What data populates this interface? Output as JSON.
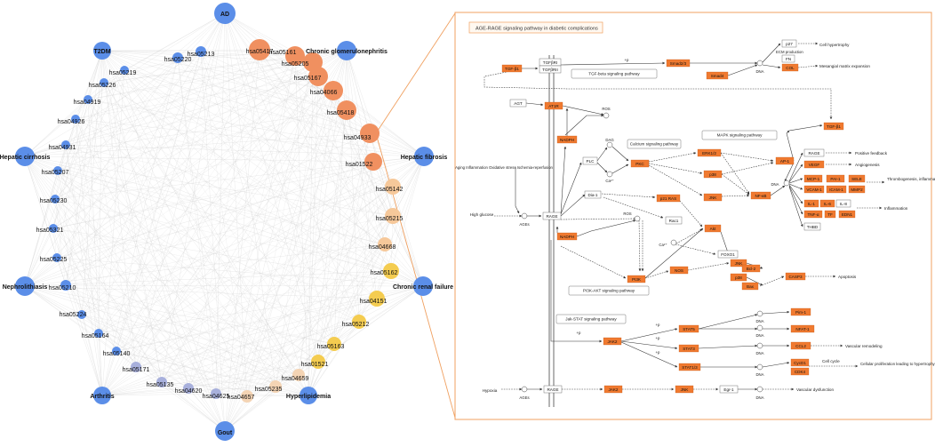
{
  "network": {
    "diseases": [
      {
        "id": "AD",
        "label": "AD"
      },
      {
        "id": "CGN",
        "label": "Chronic glomerulonephritis"
      },
      {
        "id": "HF",
        "label": "Hepatic fibrosis"
      },
      {
        "id": "CRF",
        "label": "Chronic renal failure"
      },
      {
        "id": "HL",
        "label": "Hyperlipidemia"
      },
      {
        "id": "Gout",
        "label": "Gout"
      },
      {
        "id": "Arthritis",
        "label": "Arthritis"
      },
      {
        "id": "Nephro",
        "label": "Nephrolithiasis"
      },
      {
        "id": "HC",
        "label": "Hepatic cirrhosis"
      },
      {
        "id": "T2DM",
        "label": "T2DM"
      }
    ],
    "pathways": [
      {
        "label": "hsa05417",
        "tone": "orange"
      },
      {
        "label": "hsa05161",
        "tone": "orange"
      },
      {
        "label": "hsa05205",
        "tone": "orange"
      },
      {
        "label": "hsa05167",
        "tone": "orange"
      },
      {
        "label": "hsa04066",
        "tone": "orange"
      },
      {
        "label": "hsa05418",
        "tone": "orange"
      },
      {
        "label": "hsa04933",
        "tone": "orange"
      },
      {
        "label": "hsa01522",
        "tone": "orange"
      },
      {
        "label": "hsa05142",
        "tone": "peach"
      },
      {
        "label": "hsa05215",
        "tone": "peach"
      },
      {
        "label": "hsa04668",
        "tone": "peach"
      },
      {
        "label": "hsa05162",
        "tone": "yellow"
      },
      {
        "label": "hsa04151",
        "tone": "yellow"
      },
      {
        "label": "hsa05212",
        "tone": "yellow"
      },
      {
        "label": "hsa05163",
        "tone": "yellow"
      },
      {
        "label": "hsa01521",
        "tone": "yellow"
      },
      {
        "label": "hsa04659",
        "tone": "lightpeach"
      },
      {
        "label": "hsa05235",
        "tone": "lightpeach"
      },
      {
        "label": "hsa04657",
        "tone": "lightpeach"
      },
      {
        "label": "hsa04625",
        "tone": "lavender"
      },
      {
        "label": "hsa04620",
        "tone": "lavender"
      },
      {
        "label": "hsa05135",
        "tone": "lavender"
      },
      {
        "label": "hsa05171",
        "tone": "lavender"
      },
      {
        "label": "hsa05140",
        "tone": "blue"
      },
      {
        "label": "hsa05164",
        "tone": "blue"
      },
      {
        "label": "hsa05224",
        "tone": "blue"
      },
      {
        "label": "hsa05210",
        "tone": "blue"
      },
      {
        "label": "hsa05225",
        "tone": "blue"
      },
      {
        "label": "hsa05321",
        "tone": "blue"
      },
      {
        "label": "hsa05230",
        "tone": "blue"
      },
      {
        "label": "hsa05207",
        "tone": "blue"
      },
      {
        "label": "hsa04931",
        "tone": "blue"
      },
      {
        "label": "hsa04926",
        "tone": "blue"
      },
      {
        "label": "hsa04919",
        "tone": "blue"
      },
      {
        "label": "hsa05226",
        "tone": "blue"
      },
      {
        "label": "hsa05219",
        "tone": "blue"
      },
      {
        "label": "hsa05220",
        "tone": "blue"
      },
      {
        "label": "hsa05213",
        "tone": "blue"
      }
    ],
    "colors": {
      "blue": "#5b8ee8",
      "orange": "#f09060",
      "peach": "#f6c89a",
      "yellow": "#f4cc50",
      "lightpeach": "#f4d4b4",
      "lavender": "#a8b0dc",
      "edge": "#c8c8c8",
      "callout": "#f0a060"
    }
  },
  "pathway_map": {
    "title": "AGE-RAGE signaling pathway in diabetic complications",
    "orange_nodes": {
      "tgfb1": "TGF-β1",
      "smad23": "Smad2/3",
      "smad4": "Smad4",
      "col": "COL",
      "at1r": "AT1R",
      "tgfb1b": "TGF-β1",
      "nadph1": "NADPH",
      "pkc": "PKC",
      "erk12": "ERK1/2",
      "ap1": "AP-1",
      "p38": "p38",
      "jnk": "JNK",
      "nfkb": "NF-κB",
      "vegf": "VEGF",
      "mcp1": "MCP-1",
      "pai1": "PAI-1",
      "sele": "SELE",
      "vcam1": "VCAM-1",
      "icam1": "ICAM-1",
      "mmp2": "MMP2",
      "il1": "IL-1",
      "il6": "IL-6",
      "tnfa": "TNF-α",
      "tf": "TF",
      "edn1": "EDN1",
      "p21ras": "p21 RAS",
      "nadph2": "NADPH",
      "akt": "Akt",
      "pi3k": "PI3K",
      "nos": "NOS",
      "jnk2": "JNK",
      "bcl2": "Bcl-2",
      "p38b": "p38",
      "bax": "Bax",
      "casp3": "CASP3",
      "jak2": "JAK2",
      "stat5": "STAT5",
      "prc1": "Pim-1",
      "nfatc1": "NFAT-1",
      "stat3": "STAT3",
      "ccl2": "CCL2",
      "stat1": "STAT1/3",
      "cycd1": "CycD1",
      "cdk4": "CDK4",
      "jak2b": "JAK2",
      "jnkb": "JNK"
    },
    "white_nodes": {
      "tgfbr": "TGFβRI",
      "tgfbr2": "TGFβRII",
      "p27": "p27",
      "fn": "FN",
      "agt": "AGT",
      "rage": "RAGE",
      "rage2": "RAGE",
      "il8": "IL-8",
      "thbd": "THBD",
      "plc": "PLC",
      "dia1": "Dia-1",
      "rac1": "Rac1",
      "foxo1": "FOXO1",
      "egr1": "Egr-1"
    },
    "labels": {
      "tgfb_path": "TGF-beta signaling pathway",
      "mapk_path": "MAPK signaling pathway",
      "calcium_path": "Calcium signaling pathway",
      "pi3k_path": "PI3K-AKT signaling pathway",
      "jak_path": "Jak-STAT signaling pathway",
      "cell_hyper": "Cell hypertrophy",
      "ecm": "ECM production",
      "mesangial": "Mesangial matrix expansion",
      "pos_feedback": "Positive feedback",
      "angio": "Angiogenesis",
      "thrombo": "Thrombogenesis, inflammation, atherosclerosis",
      "inflam": "Inflammation",
      "apoptosis": "Apoptosis",
      "vasc_remod": "Vascular remodeling",
      "cell_cycle": "Cell cycle",
      "cell_prolif": "Cellular proliferation leading to hypertrophy",
      "vasc_dys": "Vascular dysfunction",
      "aging": "Aging Inflammation Oxidative stress Ischemia-reperfusion",
      "high_glucose": "High glucose",
      "hypoxia": "Hypoxia",
      "ages": "AGEs",
      "ages2": "AGEs",
      "ros1": "ROS",
      "ros2": "ROS",
      "dna": "DNA",
      "dag": "DAG",
      "ca1": "Ca²⁺",
      "ca2": "Ca²⁺",
      "plusp": "+p"
    },
    "colors": {
      "orange": "#f07a30",
      "border": "#f0a060",
      "line": "#333333"
    }
  }
}
